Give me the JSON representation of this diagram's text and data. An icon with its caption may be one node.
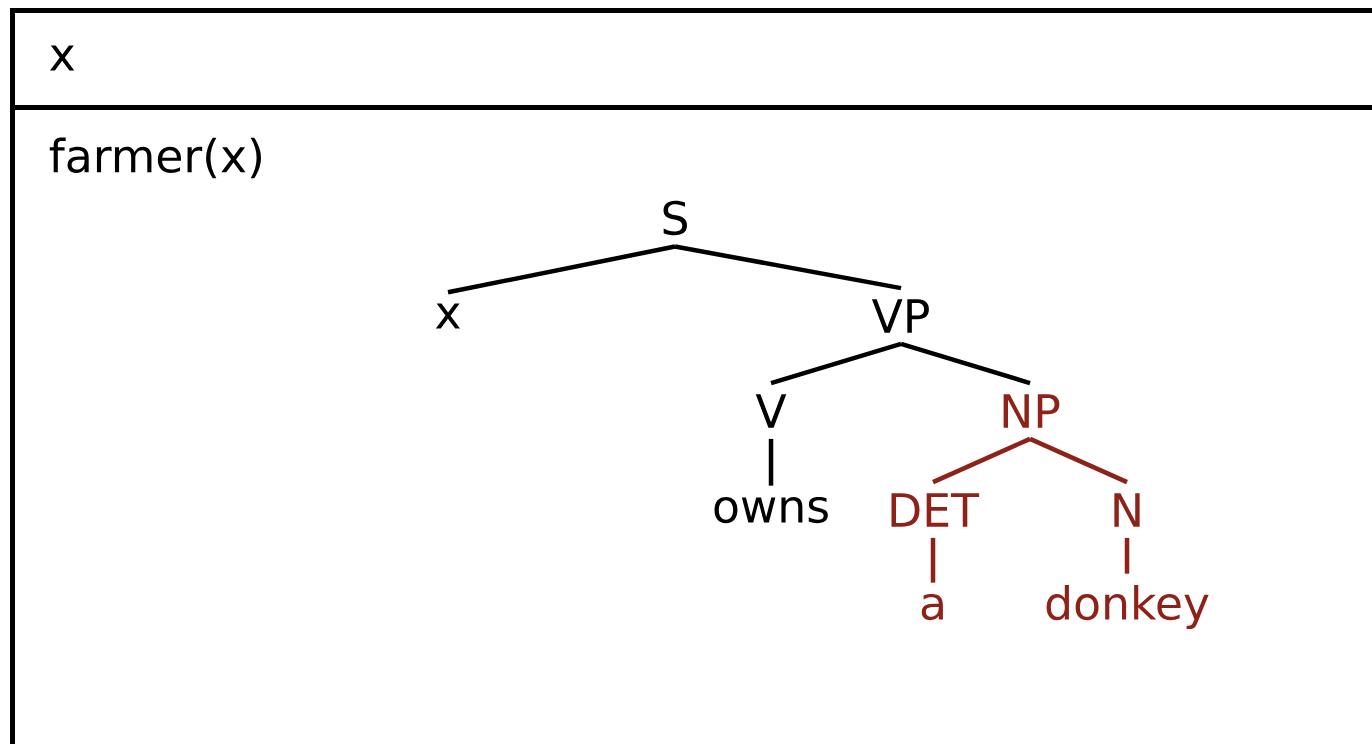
{
  "diagram": {
    "nodes": [
      {
        "text": [
          "x"
        ]
      },
      {
        "text": [
          "farmer(x)"
        ]
      },
      {
        "text": [
          "S"
        ],
        "in": 1
      },
      {
        "text": [
          "x"
        ],
        "in": 1
      },
      {
        "text": [
          "VP"
        ],
        "in": 1
      },
      {
        "text": [
          "V"
        ],
        "in": 1
      },
      {
        "text": [
          "NP"
        ],
        "in": 1
      },
      {
        "text": [
          "owns"
        ],
        "in": 1
      },
      {
        "text": [
          "DET"
        ],
        "in": 1
      },
      {
        "text": [
          "N"
        ],
        "in": 1
      },
      {
        "text": [
          "a"
        ],
        "in": 1
      },
      {
        "text": [
          "donkey"
        ],
        "in": 1
      }
    ],
    "edges": [
      {
        "from": 2,
        "to": 3,
        "arrow": "none"
      },
      {
        "from": 2,
        "to": 4,
        "arrow": "none"
      },
      {
        "from": 4,
        "to": 5,
        "arrow": "none"
      },
      {
        "from": 4,
        "to": 6,
        "arrow": "none"
      },
      {
        "from": 5,
        "to": 7,
        "arrow": "none"
      },
      {
        "from": 6,
        "to": 8,
        "arrow": "none",
        "color": "#8e2218"
      },
      {
        "from": 6,
        "to": 9,
        "arrow": "none",
        "color": "#8e2218"
      },
      {
        "from": 8,
        "to": 10,
        "arrow": "none",
        "color": "#8e2218"
      },
      {
        "from": 9,
        "to": 11,
        "arrow": "none",
        "color": "#8e2218"
      }
    ]
  }
}
